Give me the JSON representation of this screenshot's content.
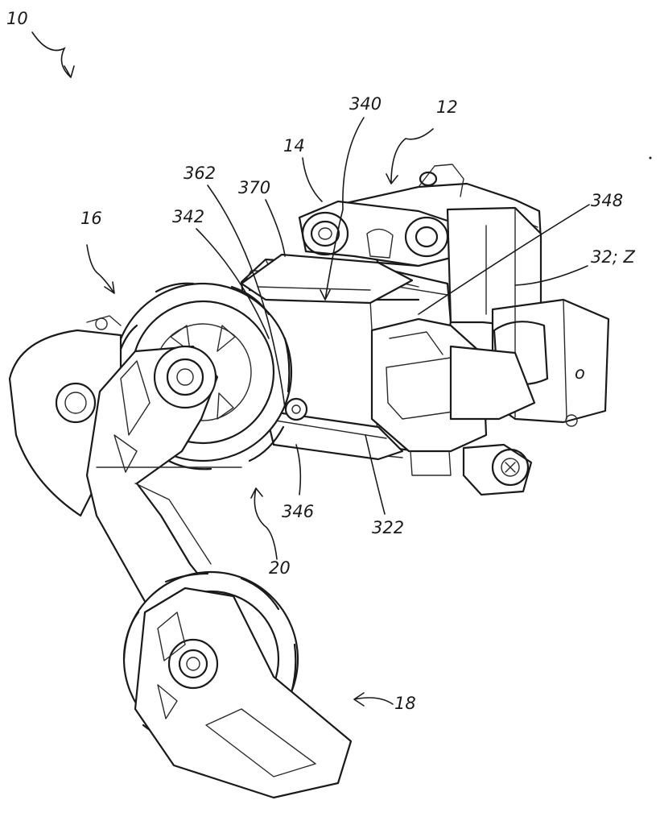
{
  "reference_numerals": {
    "device": "10",
    "base_member": "12",
    "fixture_bolt": "14",
    "upper_cage": "16",
    "lower_cage": "18",
    "chain_guide": "20",
    "housing": "322",
    "axis_label": "32; Z",
    "bolt_head": "340",
    "pivot_pin": "342",
    "lower_link": "346",
    "cable_stop": "348",
    "linkage_screw": "362",
    "upper_link": "370"
  },
  "colors": {
    "ink": "#1a1a1a",
    "paper": "#ffffff"
  }
}
